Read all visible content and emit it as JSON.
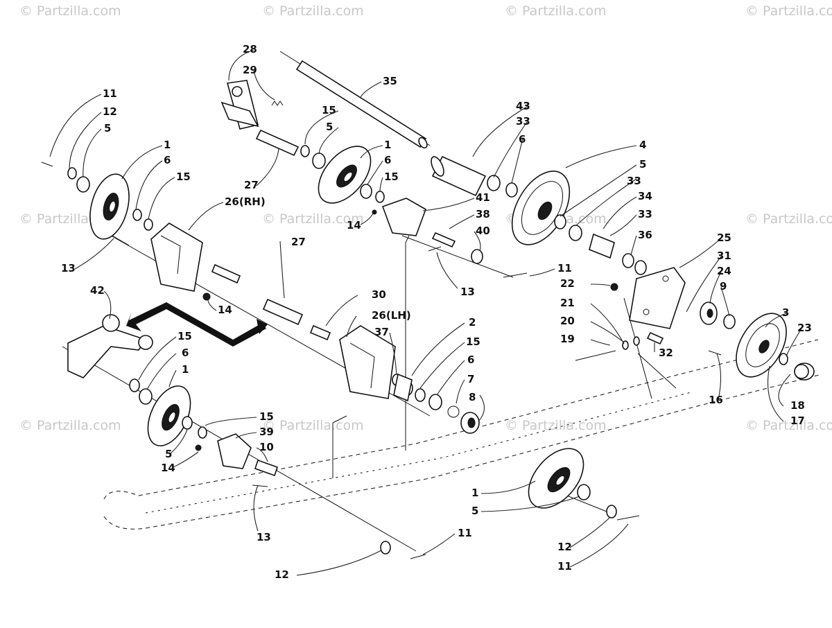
{
  "watermark": "© Partzilla.com",
  "colors": {
    "ink": "#111111",
    "watermark": "#c8c8c8",
    "background": "#ffffff"
  },
  "callouts": {
    "c11a": "11",
    "c12a": "12",
    "c5a": "5",
    "c1a": "1",
    "c6a": "6",
    "c15a": "15",
    "c26rh": "26(RH)",
    "c13a": "13",
    "c42": "42",
    "c14a": "14",
    "c28": "28",
    "c29": "29",
    "c15b": "15",
    "c5b": "5",
    "c27a": "27",
    "c1b": "1",
    "c6b": "6",
    "c15c": "15",
    "c35": "35",
    "c43": "43",
    "c33a": "33",
    "c6c": "6",
    "c4": "4",
    "c5c": "5",
    "c33b": "33",
    "c34": "34",
    "c41": "41",
    "c38": "38",
    "c40": "40",
    "c14b": "14",
    "c13b": "13",
    "c11b": "11",
    "c33c": "33",
    "c36": "36",
    "c25": "25",
    "c31": "31",
    "c24": "24",
    "c9": "9",
    "c22": "22",
    "c21": "21",
    "c20": "20",
    "c19": "19",
    "c32": "32",
    "c3": "3",
    "c23": "23",
    "c16": "16",
    "c18": "18",
    "c17": "17",
    "c27b": "27",
    "c30": "30",
    "c26lh": "26(LH)",
    "c37": "37",
    "c2": "2",
    "c15d": "15",
    "c6d": "6",
    "c7": "7",
    "c8": "8",
    "c15e": "15",
    "c6e": "6",
    "c1c": "1",
    "c15f": "15",
    "c39": "39",
    "c10": "10",
    "c5d": "5",
    "c14c": "14",
    "c13c": "13",
    "c1d": "1",
    "c5e": "5",
    "c12b": "12",
    "c11c": "11",
    "c11d": "11",
    "c12c": "12"
  }
}
